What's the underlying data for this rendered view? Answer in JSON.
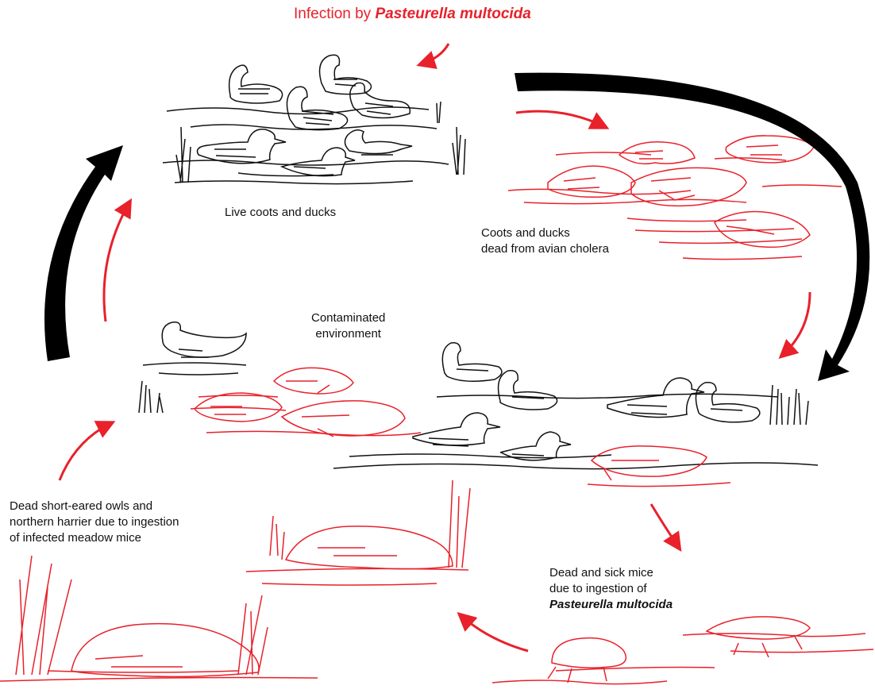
{
  "title": {
    "prefix": "Infection by",
    "organism": "Pasteurella multocida"
  },
  "labels": {
    "live_birds": "Live coots and ducks",
    "dead_birds": [
      "Coots and ducks",
      "dead from avian cholera"
    ],
    "environment": [
      "Contaminated",
      "environment"
    ],
    "dead_raptors": [
      "Dead short-eared owls and",
      "northern harrier due to ingestion",
      "of infected meadow mice"
    ],
    "mice": [
      "Dead and sick mice",
      "due to ingestion of",
      "Pasteurella multocida"
    ]
  },
  "colors": {
    "infected": "#e8212b",
    "healthy": "#111111",
    "cycle_arrow": "#000000"
  }
}
